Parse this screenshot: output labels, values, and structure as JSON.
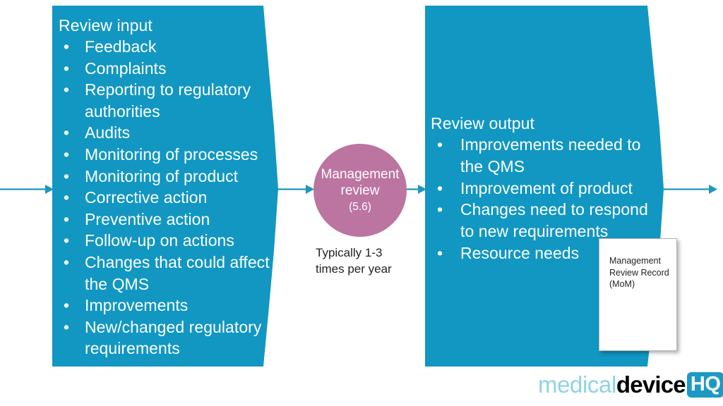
{
  "colors": {
    "panel_teal": "#1197c2",
    "circle_mauve": "#bc74a1",
    "arrow_teal": "#2196bd",
    "logo_light_blue": "#8fd2e8",
    "logo_hq_bg": "#1c9ac4",
    "text_white": "#ffffff",
    "text_dark": "#231f20",
    "background": "#ffffff"
  },
  "input_panel": {
    "title": "Review input",
    "bullet_glyph": "•",
    "items": [
      "Feedback",
      "Complaints",
      "Reporting to regulatory authorities",
      "Audits",
      "Monitoring of processes",
      "Monitoring of product",
      "Corrective action",
      "Preventive action",
      "Follow-up on actions",
      "Changes that could affect the QMS",
      "Improvements",
      "New/changed regulatory requirements"
    ]
  },
  "process_node": {
    "line1": "Management",
    "line2": "review",
    "code": "(5.6)",
    "caption_line1": "Typically 1-3",
    "caption_line2": "times per year"
  },
  "output_panel": {
    "title": "Review output",
    "bullet_glyph": "•",
    "items": [
      "Improvements needed to the QMS",
      "Improvement of product",
      "Changes need to respond to new requirements",
      "Resource  needs"
    ]
  },
  "record_card": {
    "line1": "Management",
    "line2": "Review Record",
    "line3": "(MoM)"
  },
  "logo": {
    "part1": "medical",
    "part2": "device",
    "part3": "HQ"
  }
}
